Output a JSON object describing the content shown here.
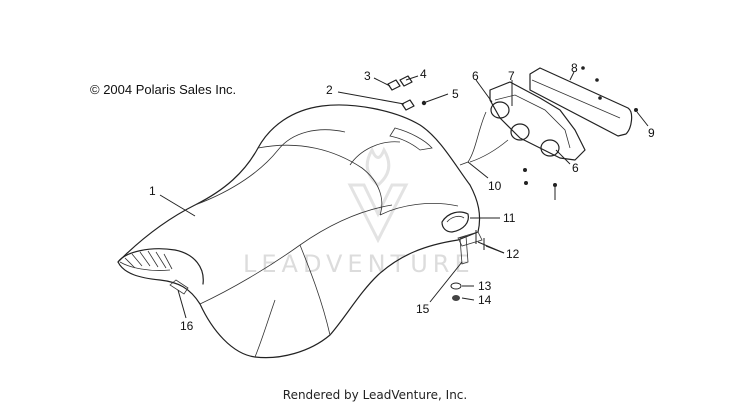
{
  "copyright": "© 2004 Polaris Sales Inc.",
  "watermark": "LEADVENTURE",
  "footer": "Rendered by LeadVenture, Inc.",
  "callouts": {
    "c1": "1",
    "c2": "2",
    "c3": "3",
    "c4": "4",
    "c5": "5",
    "c6a": "6",
    "c6b": "6",
    "c7": "7",
    "c8": "8",
    "c9": "9",
    "c10": "10",
    "c11": "11",
    "c12": "12",
    "c13": "13",
    "c14": "14",
    "c15": "15",
    "c16": "16"
  }
}
